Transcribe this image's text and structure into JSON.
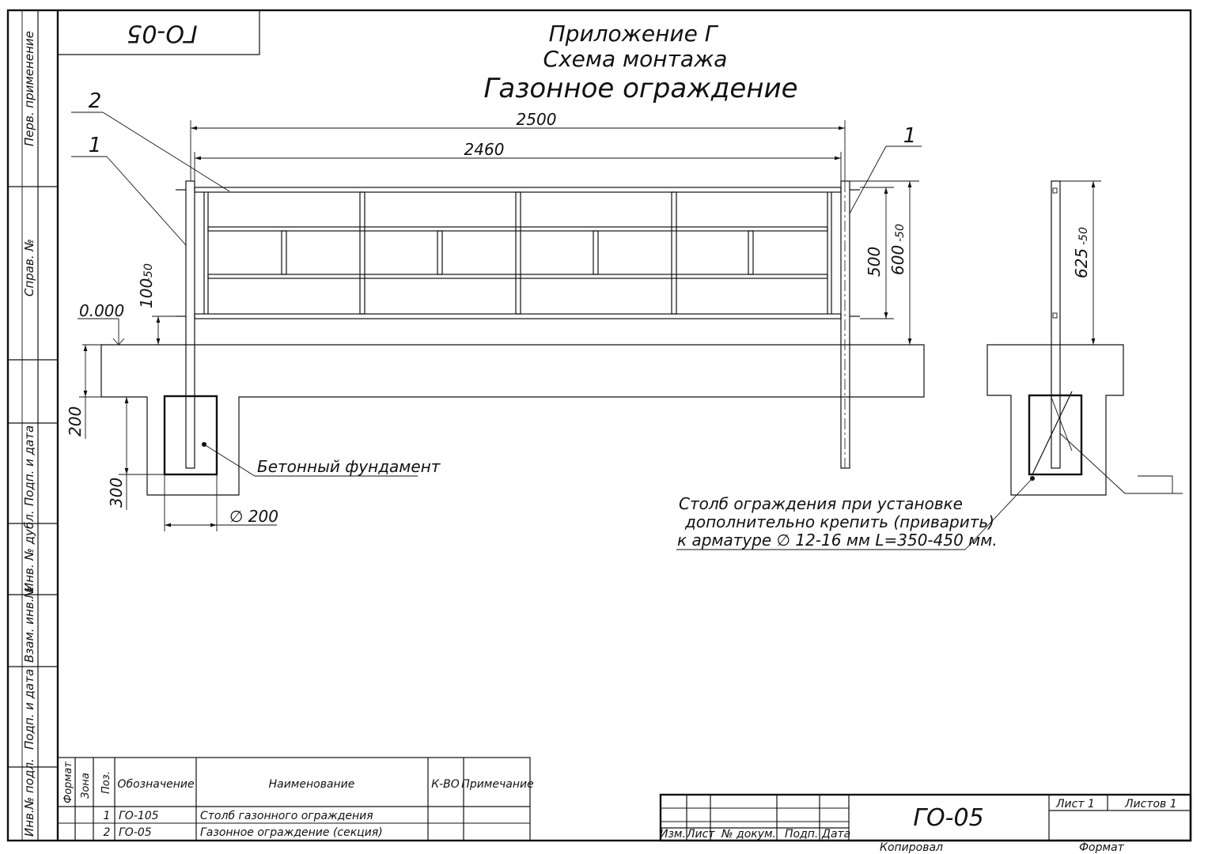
{
  "stamp_code": "ГО-05",
  "title": {
    "line1": "Приложение Г",
    "line2": "Схема монтажа",
    "line3": "Газонное ограждение"
  },
  "side_labels": {
    "perv": "Перв. применение",
    "sprav": "Справ. №",
    "podp1": "Подп. и дата",
    "inv_dubl": "Инв. № дубл.",
    "vzam": "Взам. инв.№",
    "podp2": "Подп. и дата",
    "inv_podl": "Инв.№ подл."
  },
  "callouts": {
    "pos2": "2",
    "pos1_left": "1",
    "pos1_right": "1"
  },
  "dims": {
    "overall": "2500",
    "inner": "2460",
    "height": "500",
    "post_height": "600",
    "post_tol": "-50",
    "clearance": "100",
    "clearance_tol": "-50",
    "level": "0.000",
    "depth": "200",
    "found_depth": "300",
    "diameter": "∅ 200",
    "side_height": "625",
    "side_tol": "-50"
  },
  "notes": {
    "foundation": "Бетонный фундамент",
    "post_line1": "Столб ограждения при установке",
    "post_line2": "дополнительно крепить (приварить)",
    "post_line3": "к арматуре ∅ 12-16 мм L=350-450 мм."
  },
  "spec": {
    "headers": {
      "format": "Формат",
      "zone": "Зона",
      "pos": "Поз.",
      "designation": "Обозначение",
      "name": "Наименование",
      "qty": "К-ВО",
      "note": "Примечание"
    },
    "rows": [
      {
        "pos": "1",
        "designation": "ГО-105",
        "name": "Столб газонного ограждения"
      },
      {
        "pos": "2",
        "designation": "ГО-05",
        "name": "Газонное ограждение (секция)"
      }
    ]
  },
  "title_block": {
    "izm": "Изм.",
    "list": "Лист",
    "doc": "№ докум.",
    "podp": "Подп.",
    "data": "Дата",
    "code": "ГО-05",
    "sheet": "Лист 1",
    "sheets": "Листов 1",
    "copied": "Копировал",
    "format": "Формат"
  }
}
